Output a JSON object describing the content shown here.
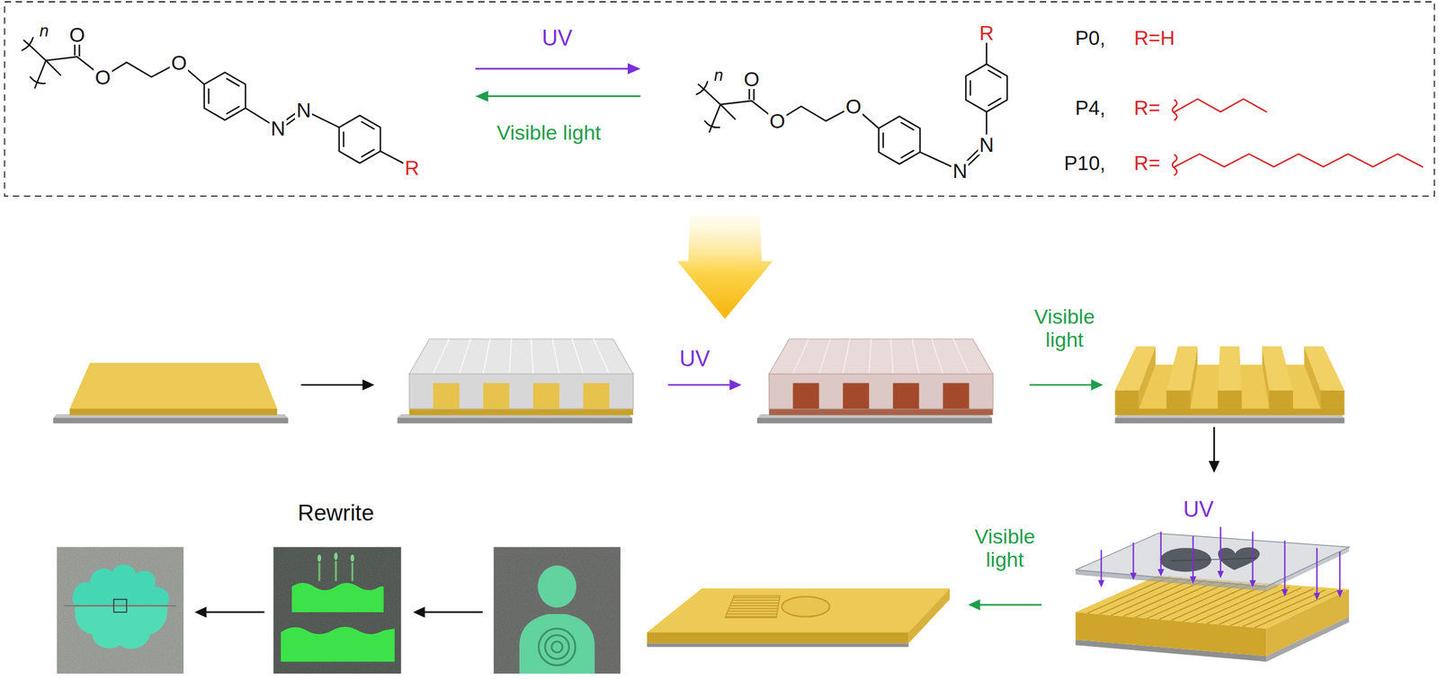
{
  "diagram": {
    "labels": [
      "n",
      "O",
      "O",
      "O",
      "N",
      "N",
      "R",
      "UV",
      "Visible light",
      "n",
      "O",
      "O",
      "O",
      "R",
      "N",
      "N",
      "P0,",
      "R=H",
      "P4,",
      "R=",
      "P10,",
      "R=",
      "UV",
      "Visible light",
      "UV",
      "Rewrite",
      "Visible light"
    ]
  }
}
